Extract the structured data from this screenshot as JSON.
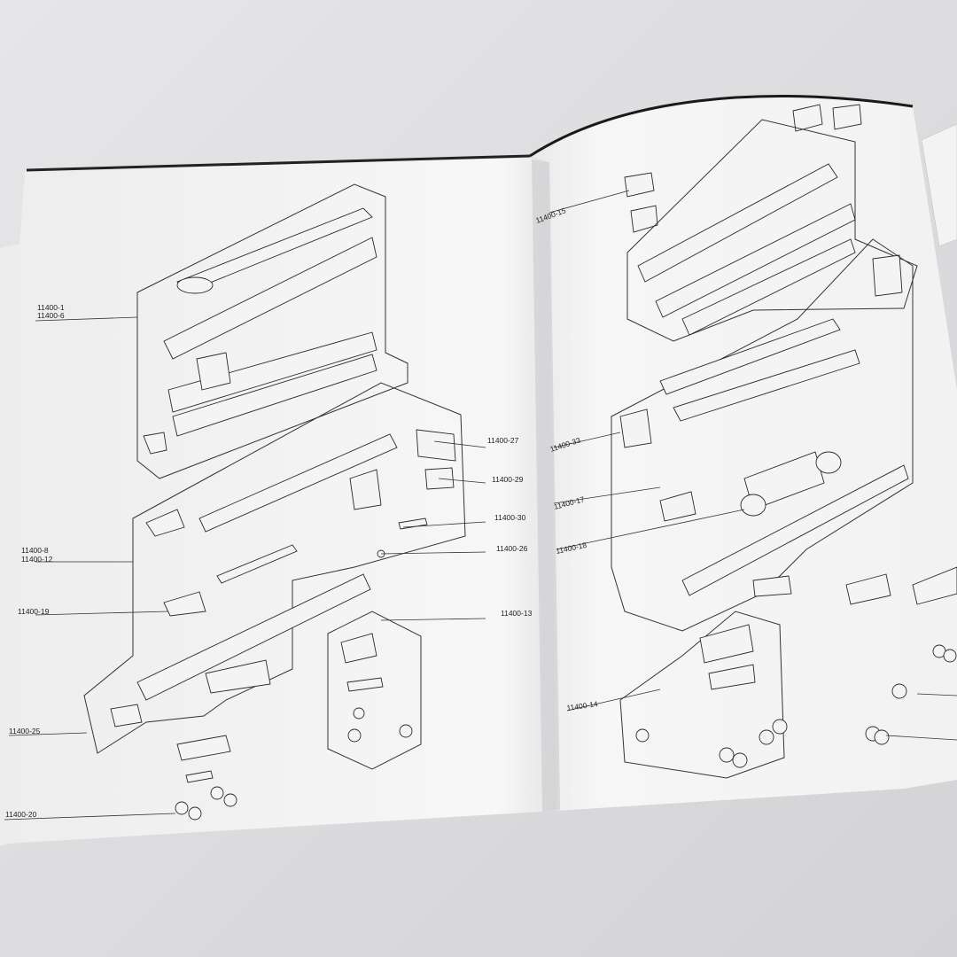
{
  "photo": {
    "subject": "open-manual-exploded-parts-diagram",
    "colors": {
      "background": "#dcdcdf",
      "paper": "#f4f4f4",
      "ink": "#2a2a2a"
    }
  },
  "left_page": {
    "labels": {
      "l1": "11400-1",
      "l6": "11400-6",
      "l27": "11400-27",
      "l29": "11400-29",
      "l30": "11400-30",
      "l8": "11400-8",
      "l12": "11400-12",
      "l26": "11400-26",
      "l19": "11400-19",
      "l13": "11400-13",
      "l25": "11400-25",
      "l20": "11400-20"
    }
  },
  "right_page": {
    "labels": {
      "l15": "11400-15",
      "l33": "11400-33",
      "l17": "11400-17",
      "l18": "11400-18",
      "l14": "11400-14"
    }
  }
}
